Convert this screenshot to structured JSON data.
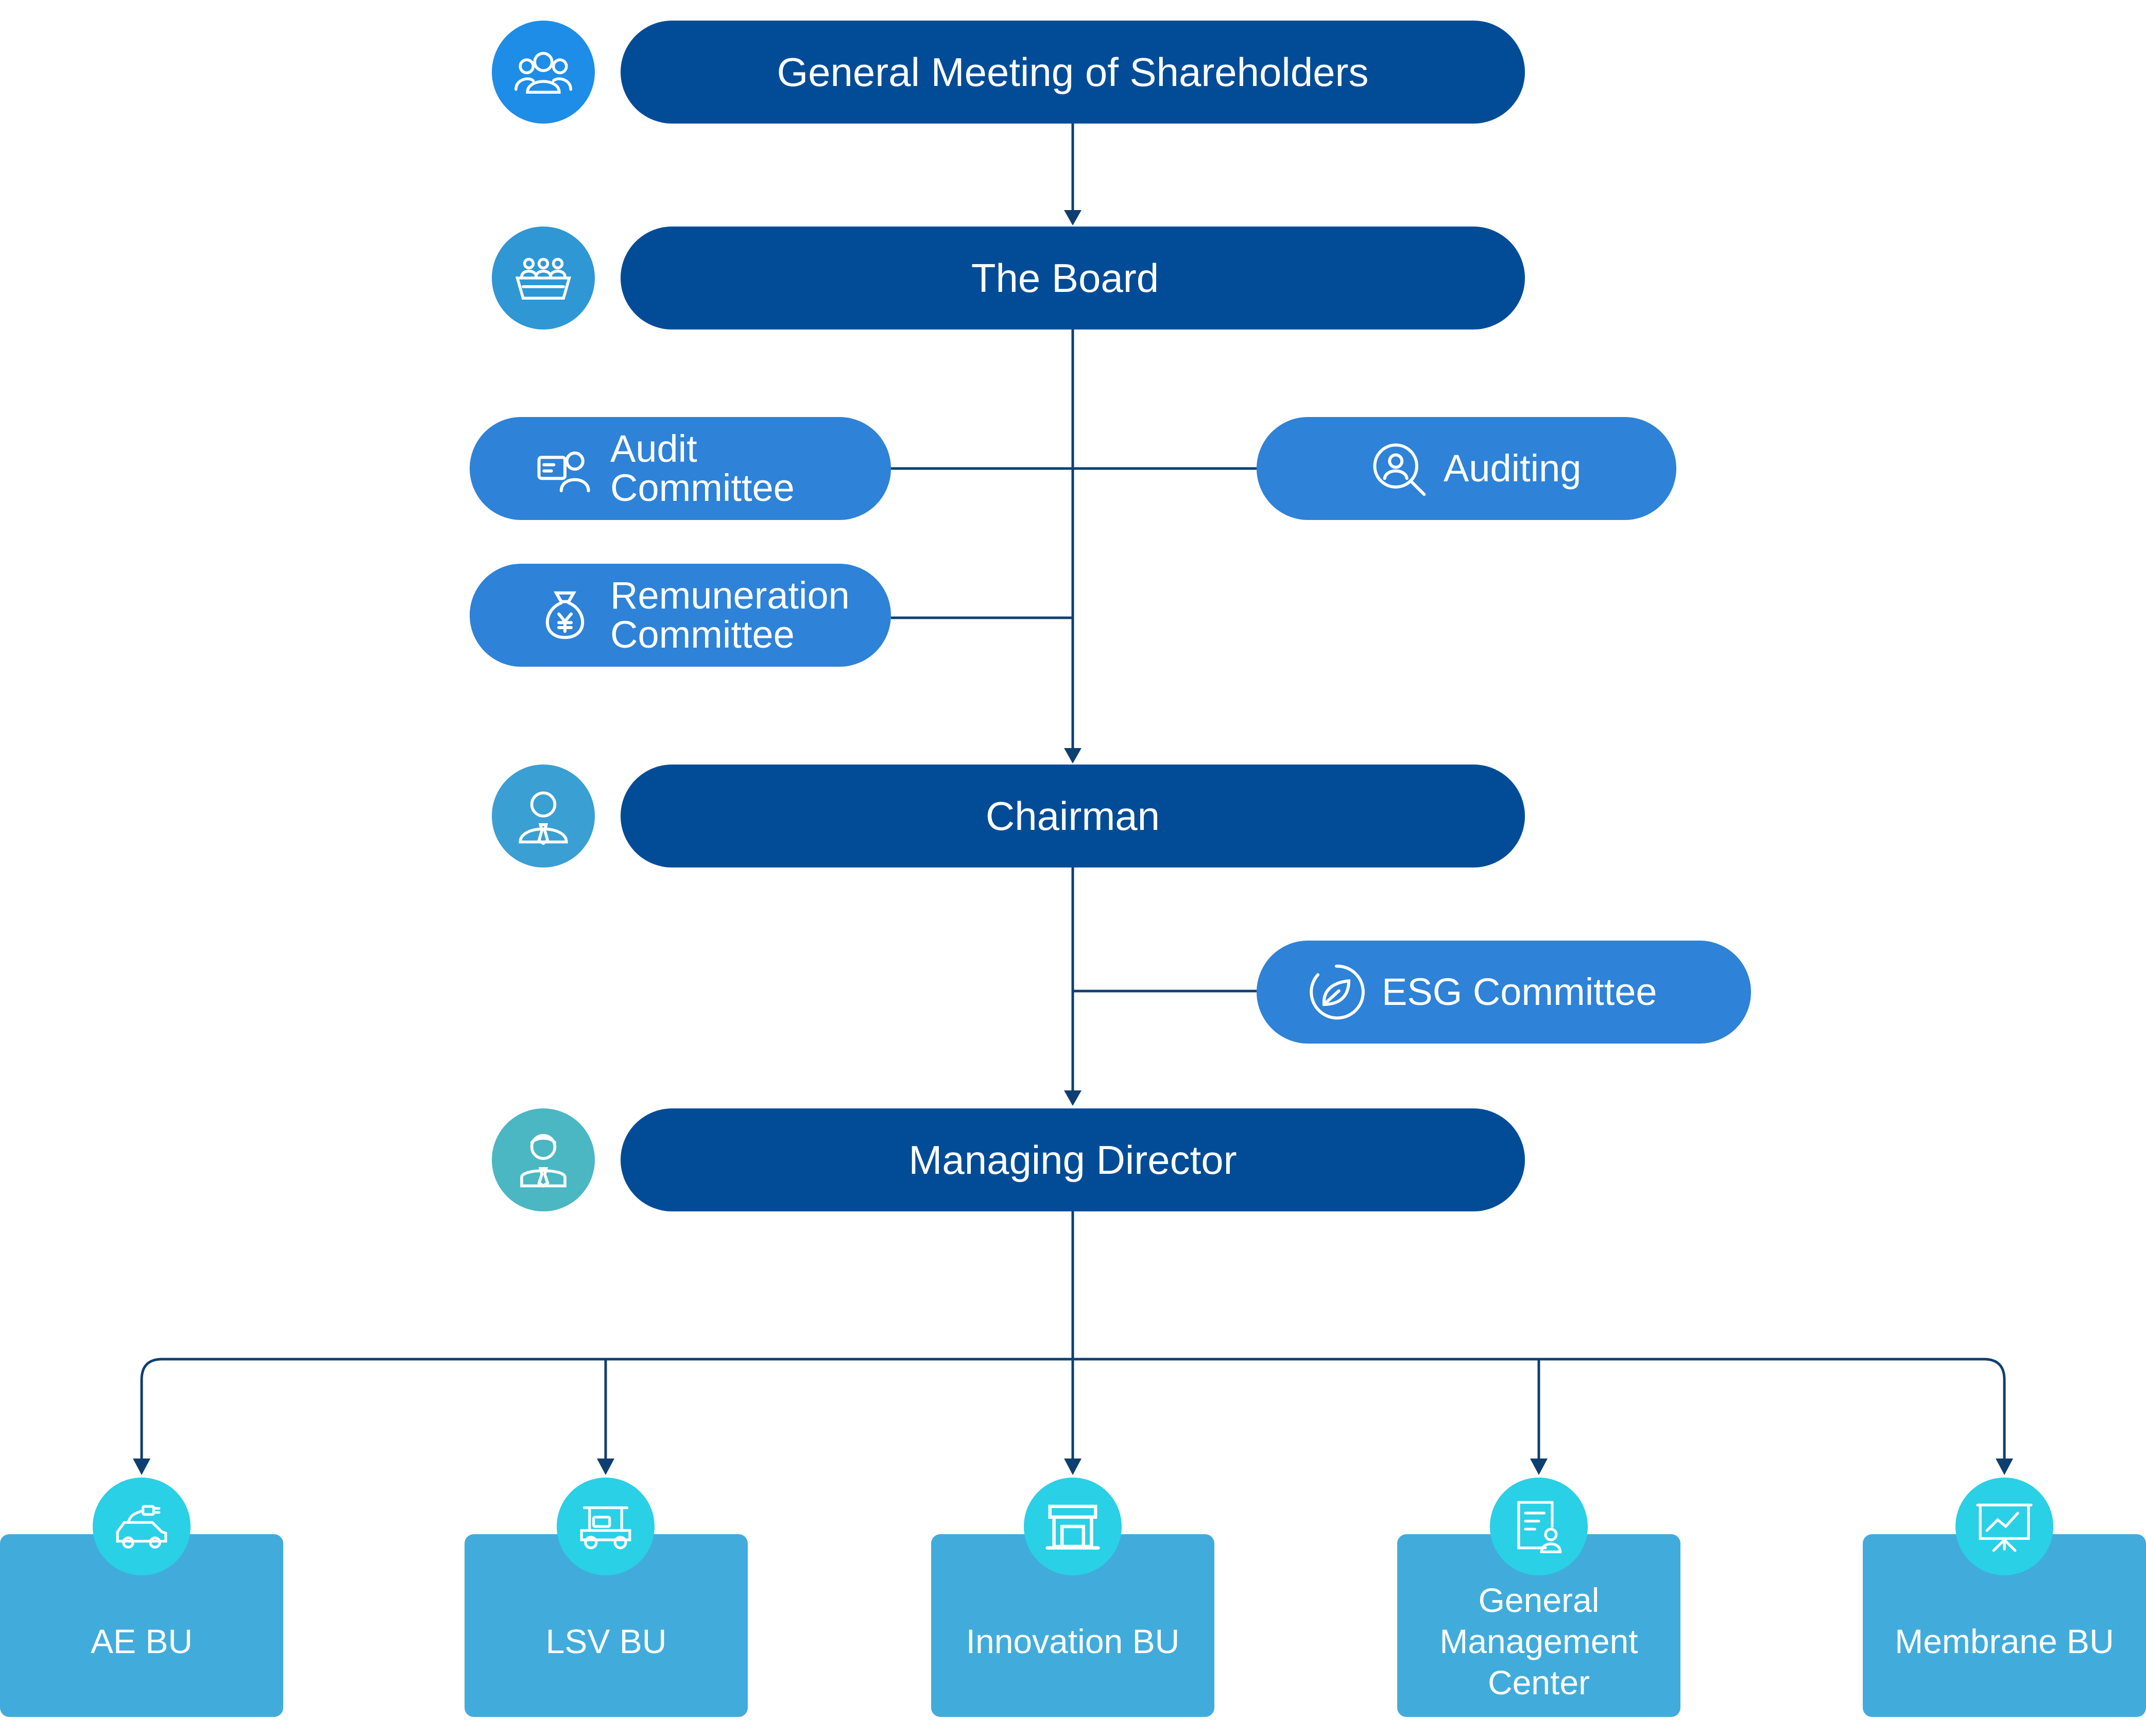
{
  "nodes": {
    "shareholders": "General Meeting of Shareholders",
    "board": "The Board",
    "audit_committee": [
      "Audit",
      "Committee"
    ],
    "remuneration_committee": [
      "Remuneration",
      "Committee"
    ],
    "auditing": "Auditing",
    "chairman": "Chairman",
    "esg_committee": "ESG Committee",
    "managing_director": "Managing Director"
  },
  "business_units": [
    {
      "label": [
        "AE BU"
      ],
      "icon": "car-charging-icon"
    },
    {
      "label": [
        "LSV BU"
      ],
      "icon": "golf-cart-icon"
    },
    {
      "label": [
        "Innovation BU"
      ],
      "icon": "storefront-icon"
    },
    {
      "label": [
        "General",
        "Management",
        "Center"
      ],
      "icon": "document-user-icon"
    },
    {
      "label": [
        "Membrane BU"
      ],
      "icon": "presentation-board-icon"
    }
  ],
  "colors": {
    "main_pill": "#024c97",
    "sub_pill": "#2e82d8",
    "bu_box": "#41acdb",
    "bu_icon": "#2ad0e6",
    "connector": "#0f3f70",
    "icon_shareholders": "#1d8de8",
    "icon_board": "#2f97d4",
    "icon_chairman": "#3a9fd3",
    "icon_md": "#4ab7c3"
  }
}
